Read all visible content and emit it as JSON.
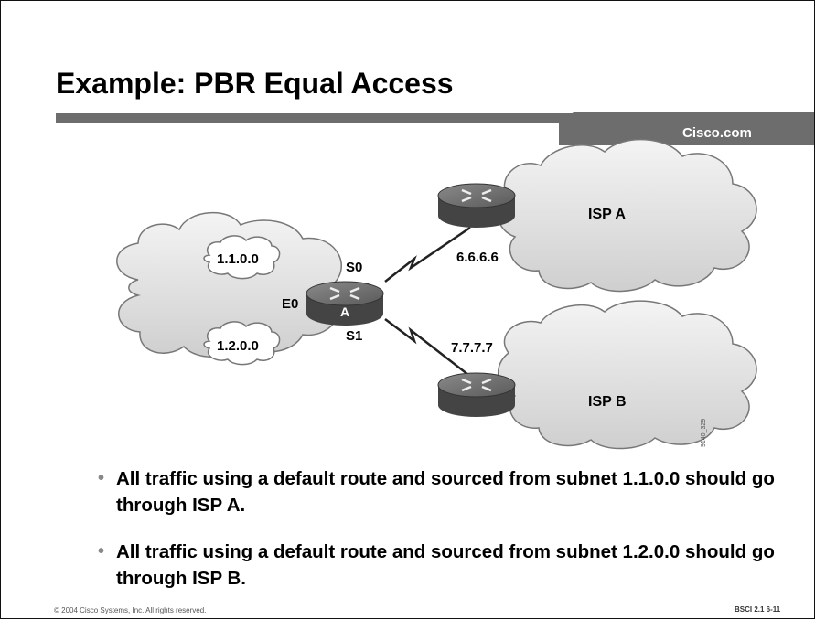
{
  "slide": {
    "title": "Example: PBR Equal Access",
    "brand": "Cisco.com",
    "footer_left": "© 2004 Cisco Systems, Inc. All rights reserved.",
    "footer_right": "BSCI 2.1  6-11"
  },
  "diagram": {
    "subnet_1": "1.1.0.0",
    "subnet_2": "1.2.0.0",
    "router_a_label": "A",
    "interface_e0": "E0",
    "interface_s0": "S0",
    "interface_s1": "S1",
    "isp_a_label": "ISP A",
    "isp_b_label": "ISP B",
    "isp_a_address": "6.6.6.6",
    "isp_b_address": "7.7.7.7",
    "figure_id": "9140_329"
  },
  "bullets": [
    "All traffic using a default route and sourced from subnet 1.1.0.0 should go through ISP A.",
    "All traffic using a default route and sourced from subnet 1.2.0.0 should go through ISP B."
  ]
}
